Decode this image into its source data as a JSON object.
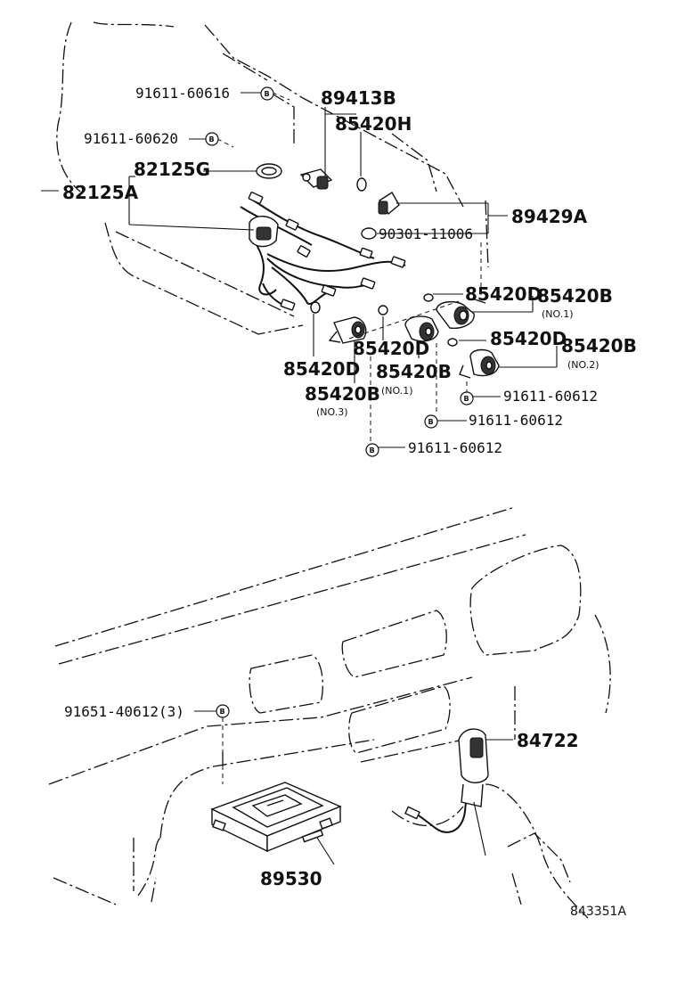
{
  "labels": {
    "p91611_60616": "91611-60616",
    "p89413B": "89413B",
    "p85420H": "85420H",
    "p91611_60620": "91611-60620",
    "p82125G": "82125G",
    "p82125A": "82125A",
    "p89429A": "89429A",
    "p90301_11006": "90301-11006",
    "p85420D_a": "85420D",
    "p85420B_a": "85420B",
    "note_no1_a": "(NO.1)",
    "p85420D_b": "85420D",
    "p85420B_b": "85420B",
    "note_no2": "(NO.2)",
    "p85420D_c": "85420D",
    "p85420B_c": "85420B",
    "note_no1_b": "(NO.1)",
    "p85420D_d": "85420D",
    "p85420B_d": "85420B",
    "note_no3": "(NO.3)",
    "p91611_60612_a": "91611-60612",
    "p91611_60612_b": "91611-60612",
    "p91611_60612_c": "91611-60612",
    "p91651_40612": "91651-40612(3)",
    "p84722": "84722",
    "p89530": "89530",
    "catalog_number": "843351A"
  },
  "marker_letter": "B"
}
